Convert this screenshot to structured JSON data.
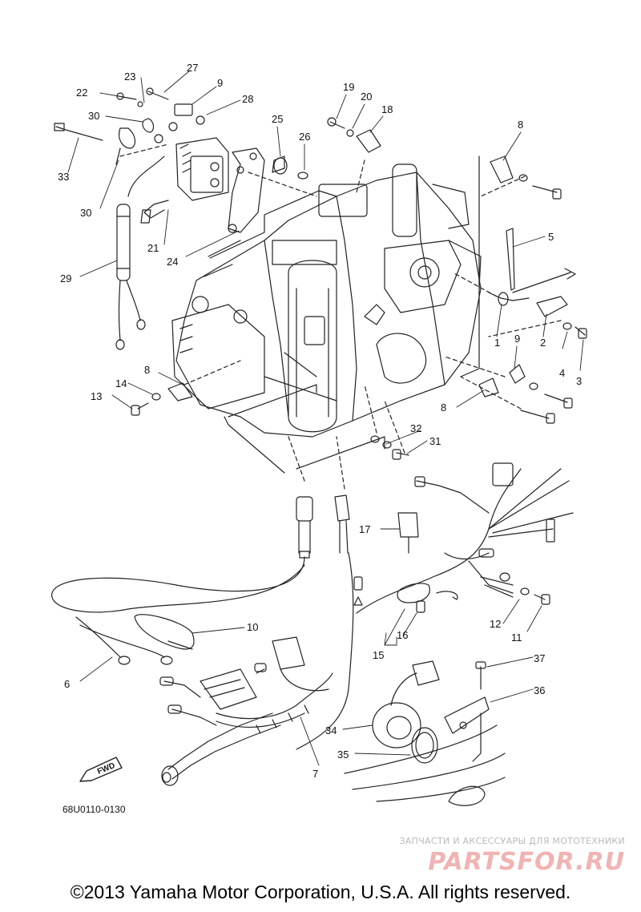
{
  "diagram_code": "68U0110-0130",
  "fwd_label": "FWD",
  "watermark": {
    "tagline": "ЗАПЧАСТИ И АКСЕССУАРЫ ДЛЯ МОТОТЕХНИКИ",
    "logo": "PARTSFOR.RU"
  },
  "copyright": "©2013 Yamaha Motor Corporation, U.S.A. All rights reserved.",
  "colors": {
    "line": "#222222",
    "watermark_logo": "#f1b3b3",
    "watermark_text": "#b9b9b9"
  },
  "parts": [
    {
      "id": "p1",
      "label": "1"
    },
    {
      "id": "p2",
      "label": "2"
    },
    {
      "id": "p3",
      "label": "3"
    },
    {
      "id": "p4",
      "label": "4"
    },
    {
      "id": "p5",
      "label": "5"
    },
    {
      "id": "p6",
      "label": "6"
    },
    {
      "id": "p7",
      "label": "7"
    },
    {
      "id": "p8a",
      "label": "8"
    },
    {
      "id": "p8b",
      "label": "8"
    },
    {
      "id": "p8c",
      "label": "8"
    },
    {
      "id": "p9a",
      "label": "9"
    },
    {
      "id": "p9b",
      "label": "9"
    },
    {
      "id": "p10",
      "label": "10"
    },
    {
      "id": "p11",
      "label": "11"
    },
    {
      "id": "p12",
      "label": "12"
    },
    {
      "id": "p13",
      "label": "13"
    },
    {
      "id": "p14",
      "label": "14"
    },
    {
      "id": "p15",
      "label": "15"
    },
    {
      "id": "p16",
      "label": "16"
    },
    {
      "id": "p17",
      "label": "17"
    },
    {
      "id": "p18",
      "label": "18"
    },
    {
      "id": "p19",
      "label": "19"
    },
    {
      "id": "p20",
      "label": "20"
    },
    {
      "id": "p21",
      "label": "21"
    },
    {
      "id": "p22",
      "label": "22"
    },
    {
      "id": "p23",
      "label": "23"
    },
    {
      "id": "p24",
      "label": "24"
    },
    {
      "id": "p25",
      "label": "25"
    },
    {
      "id": "p26",
      "label": "26"
    },
    {
      "id": "p27",
      "label": "27"
    },
    {
      "id": "p28",
      "label": "28"
    },
    {
      "id": "p29",
      "label": "29"
    },
    {
      "id": "p30a",
      "label": "30"
    },
    {
      "id": "p30b",
      "label": "30"
    },
    {
      "id": "p31",
      "label": "31"
    },
    {
      "id": "p32",
      "label": "32"
    },
    {
      "id": "p33",
      "label": "33"
    },
    {
      "id": "p34",
      "label": "34"
    },
    {
      "id": "p35",
      "label": "35"
    },
    {
      "id": "p36",
      "label": "36"
    },
    {
      "id": "p37",
      "label": "37"
    }
  ]
}
